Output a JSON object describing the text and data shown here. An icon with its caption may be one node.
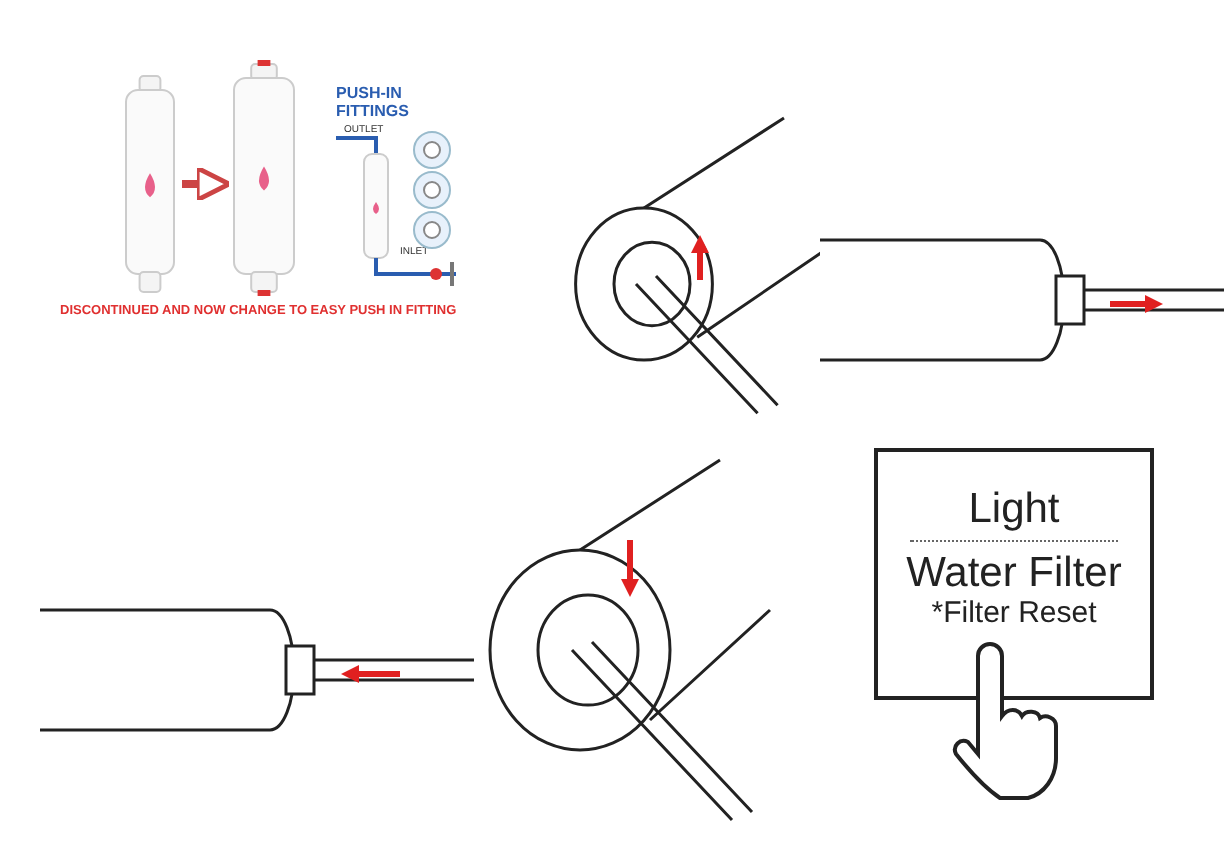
{
  "diagram": {
    "nodes": [
      {
        "text": [],
        "shape": "picture"
      },
      {
        "text": [],
        "shape": "picture"
      },
      {
        "text": [
          "Light",
          "Water Filter",
          "*Filter Reset"
        ]
      }
    ],
    "edges": [
      {
        "from": 0,
        "to": 1,
        "arrow": "to"
      }
    ],
    "labels": [
      "PUSH-IN FITTINGS",
      "OUTLET",
      "INLET",
      "DISCONTINUED AND NOW CHANGE TO EASY PUSH IN FITTING"
    ]
  }
}
